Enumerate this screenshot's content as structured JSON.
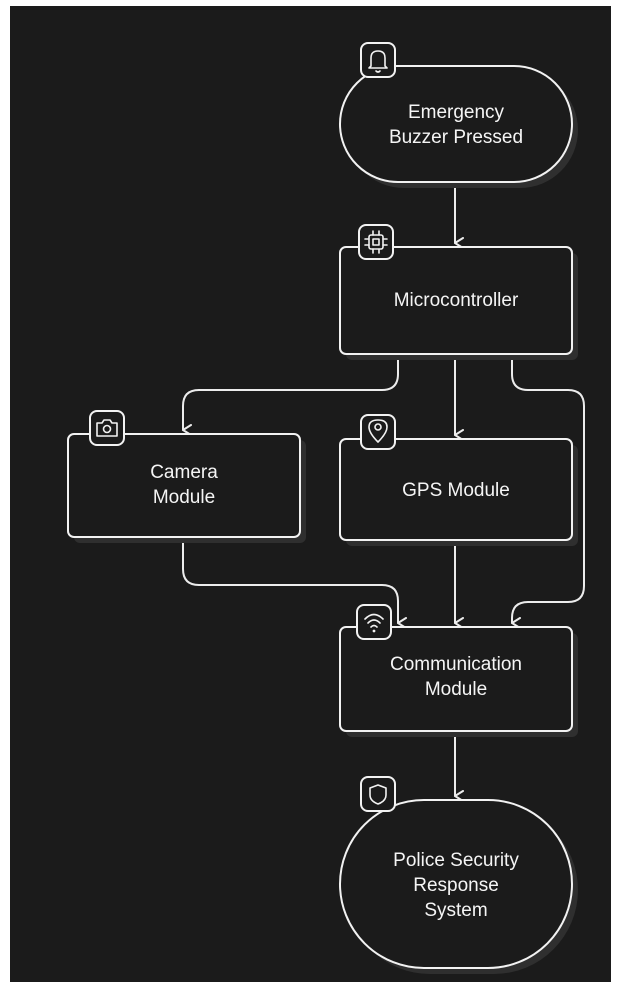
{
  "diagram": {
    "nodes": [
      {
        "id": "emergency",
        "lines": [
          "Emergency",
          "Buzzer Pressed"
        ],
        "icon": "bell-icon"
      },
      {
        "id": "microcontroller",
        "lines": [
          "Microcontroller"
        ],
        "icon": "chip-icon"
      },
      {
        "id": "camera",
        "lines": [
          "Camera",
          "Module"
        ],
        "icon": "camera-icon"
      },
      {
        "id": "gps",
        "lines": [
          "GPS Module"
        ],
        "icon": "map-pin-icon"
      },
      {
        "id": "communication",
        "lines": [
          "Communication",
          "Module"
        ],
        "icon": "wifi-icon"
      },
      {
        "id": "police",
        "lines": [
          "Police Security",
          "Response",
          "System"
        ],
        "icon": "shield-icon"
      }
    ],
    "edges": [
      {
        "from": "emergency",
        "to": "microcontroller"
      },
      {
        "from": "microcontroller",
        "to": "camera"
      },
      {
        "from": "microcontroller",
        "to": "gps"
      },
      {
        "from": "microcontroller",
        "to": "communication"
      },
      {
        "from": "camera",
        "to": "communication"
      },
      {
        "from": "gps",
        "to": "communication"
      },
      {
        "from": "communication",
        "to": "police"
      }
    ]
  },
  "colors": {
    "background": "#1b1b1b",
    "stroke": "#f2f2f2",
    "text": "#f5f5f5"
  }
}
